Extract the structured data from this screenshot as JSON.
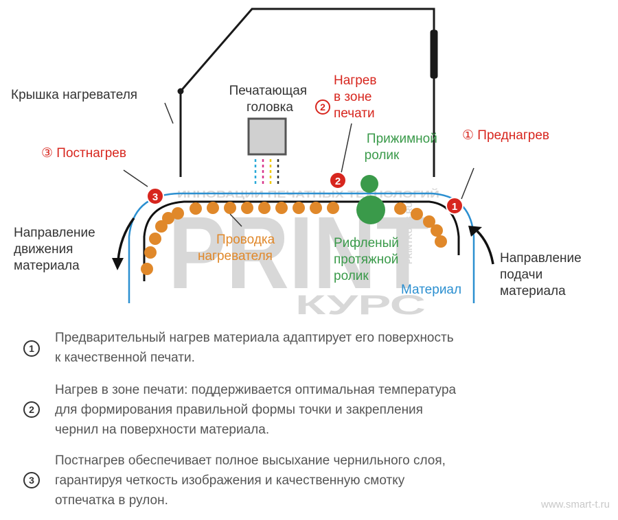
{
  "labels": {
    "heater_cover": "Крышка нагревателя",
    "print_head": [
      "Печатающая",
      "головка"
    ],
    "print_zone_heating": [
      "Нагрев",
      "в зоне",
      "печати"
    ],
    "pinch_roller": [
      "Прижимной",
      "ролик"
    ],
    "preheating": "① Преднагрев",
    "postheating": "③ Постнагрев",
    "material_direction": [
      "Направление",
      "движения",
      "материала"
    ],
    "heater_wiring": [
      "Проводка",
      "нагревателя"
    ],
    "grit_roller": [
      "Рифленый",
      "протяжной",
      "ролик"
    ],
    "material": "Материал",
    "feed_direction": [
      "Направление",
      "подачи",
      "материала"
    ]
  },
  "markers": [
    "1",
    "2",
    "3"
  ],
  "watermark": {
    "top_text": "ИННОВАЦИИ ПЕЧАТНЫХ ТЕХНОЛОГИЙ",
    "main": "PRINT",
    "sub": "КУРС",
    "side": "PRINTKURS.RU"
  },
  "notes": [
    {
      "num": "1",
      "text": "Предварительный нагрев материала адаптирует его поверхность\nк качественной печати."
    },
    {
      "num": "2",
      "text": "Нагрев в зоне печати: поддерживается оптимальная температура\nдля формирования правильной формы точки и закрепления\nчернил на поверхности материала."
    },
    {
      "num": "3",
      "text": "Постнагрев обеспечивает полное высыхание чернильного слоя,\nгарантируя четкость изображения и качественную смотку\nотпечатка в рулон."
    }
  ],
  "site": "www.smart-t.ru",
  "colors": {
    "heater_dots": "#e0882a",
    "marker_red": "#d7261e",
    "roller_green": "#3a9a4a",
    "material_blue": "#2b8fd0"
  }
}
